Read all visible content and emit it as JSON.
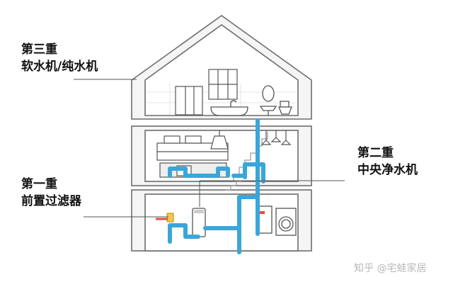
{
  "labels": {
    "third": {
      "level": "第三重",
      "device": "软水机/纯水机"
    },
    "second": {
      "level": "第二重",
      "device": "中央净水机"
    },
    "first": {
      "level": "第一重",
      "device": "前置过滤器"
    }
  },
  "watermark": "知乎 @宅蛙家居",
  "colors": {
    "pipe_blue": "#3aa6d9",
    "pipe_red": "#e64b3c",
    "wall": "#6d6d6d",
    "fill": "#f5f5f5"
  },
  "icons": [
    "bathtub-icon",
    "sink-icon",
    "toilet-icon",
    "mirror-icon",
    "window-icon",
    "kitchen-counter-icon",
    "range-hood-icon",
    "pendant-lamp-icon",
    "staircase-icon",
    "pre-filter-icon",
    "central-purifier-icon",
    "water-heater-icon",
    "washing-machine-icon"
  ]
}
